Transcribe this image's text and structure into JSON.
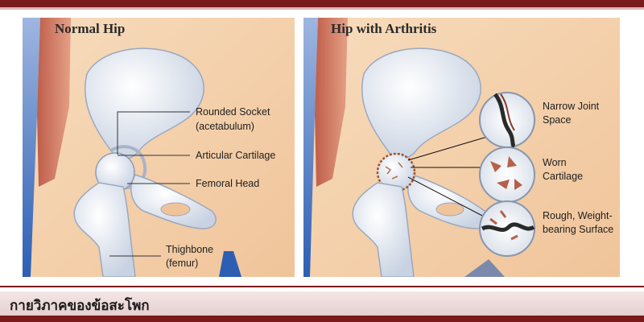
{
  "normal_panel": {
    "title": "Normal Hip",
    "labels": {
      "socket_line1": "Rounded Socket",
      "socket_line2": "(acetabulum)",
      "cartilage": "Articular Cartilage",
      "femoral_head": "Femoral Head",
      "thighbone_line1": "Thighbone",
      "thighbone_line2": "(femur)"
    }
  },
  "arthritis_panel": {
    "title": "Hip with Arthritis",
    "labels": {
      "joint_space_line1": "Narrow Joint",
      "joint_space_line2": "Space",
      "worn_line1": "Worn",
      "worn_line2": "Cartilage",
      "rough_line1": "Rough, Weight-",
      "rough_line2": "bearing Surface"
    }
  },
  "caption": "กายวิภาคของข้อสะโพก",
  "colors": {
    "frame": "#7a1a1a",
    "background": "#f4cfa6",
    "muscle": "#c9604b",
    "bone": "#e9eef6",
    "water_blue": "#2f63b7"
  }
}
